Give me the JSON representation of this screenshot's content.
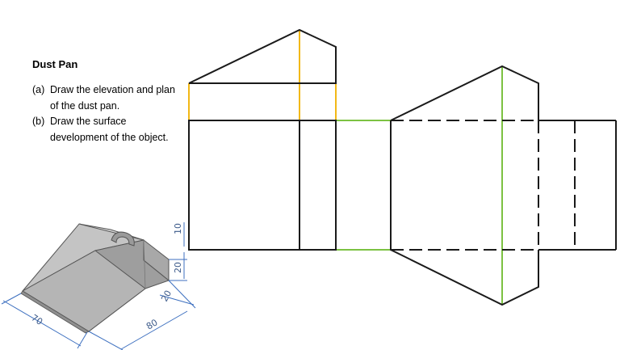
{
  "title": "Dust Pan",
  "tasks": [
    {
      "label": "(a)",
      "text": "Draw the elevation and plan of the dust pan."
    },
    {
      "label": "(b)",
      "text": "Draw the surface development of the object."
    }
  ],
  "dimensions": {
    "length": "70",
    "width": "80",
    "back_height": "20",
    "side_height": "20",
    "top_height": "10"
  },
  "colors": {
    "line": "#1a1a1a",
    "projector_yellow": "#f2b816",
    "projector_green": "#7cc242",
    "dimension": "#3c6fbf"
  }
}
